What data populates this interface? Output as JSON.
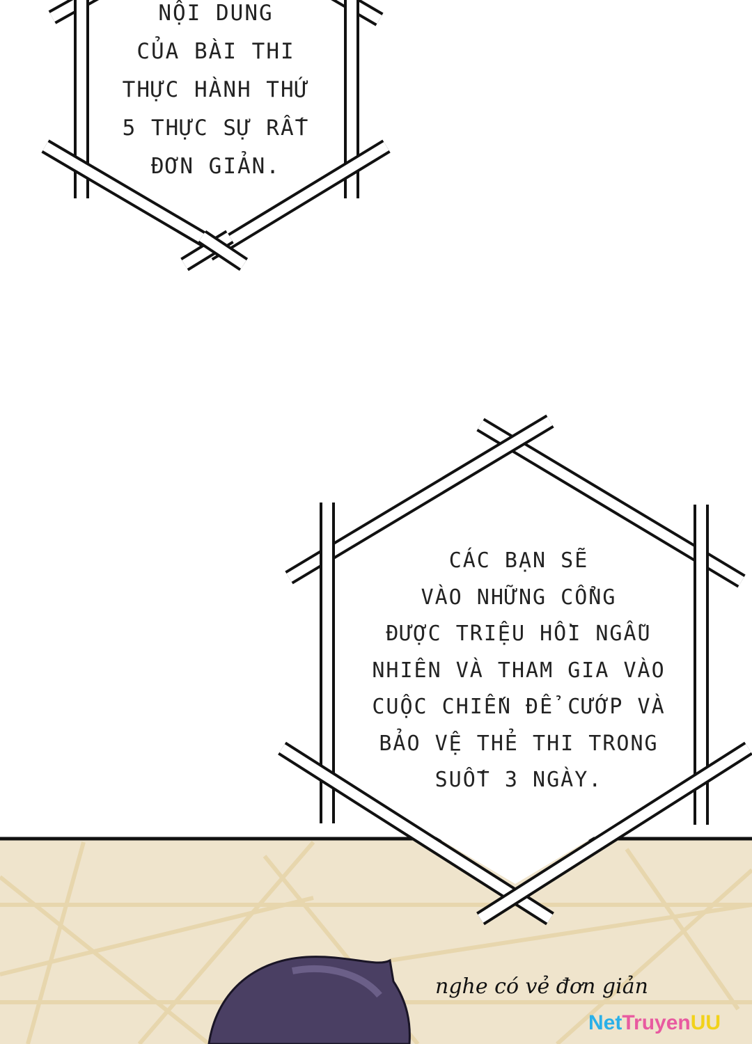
{
  "panel_top": {
    "bubble_lines": [
      "NỘI DUNG",
      "CỦA BÀI THI",
      "THỰC HÀNH THỨ",
      "5 THỰC SỰ RẤT",
      "ĐƠN GIẢN."
    ]
  },
  "panel_middle": {
    "bubble_lines": [
      "CÁC BẠN SẼ",
      "VÀO NHỮNG CỔNG",
      "ĐƯỢC TRIỆU HỒI NGẪU",
      "NHIÊN VÀ THAM GIA VÀO",
      "CUỘC CHIẾN ĐỂ CƯỚP VÀ",
      "BẢO VỆ THẺ THI TRONG",
      "SUỐT 3 NGÀY."
    ]
  },
  "panel_bottom": {
    "caption": "nghe có vẻ đơn giản",
    "background_color": "#efe4cc",
    "hair_color": "#4a3f63"
  },
  "watermark": {
    "parts": [
      {
        "text": "Net",
        "color": "#2ab0e8"
      },
      {
        "text": "Truyen",
        "color": "#e85aa0"
      },
      {
        "text": "UU",
        "color": "#f2d21a"
      }
    ]
  }
}
